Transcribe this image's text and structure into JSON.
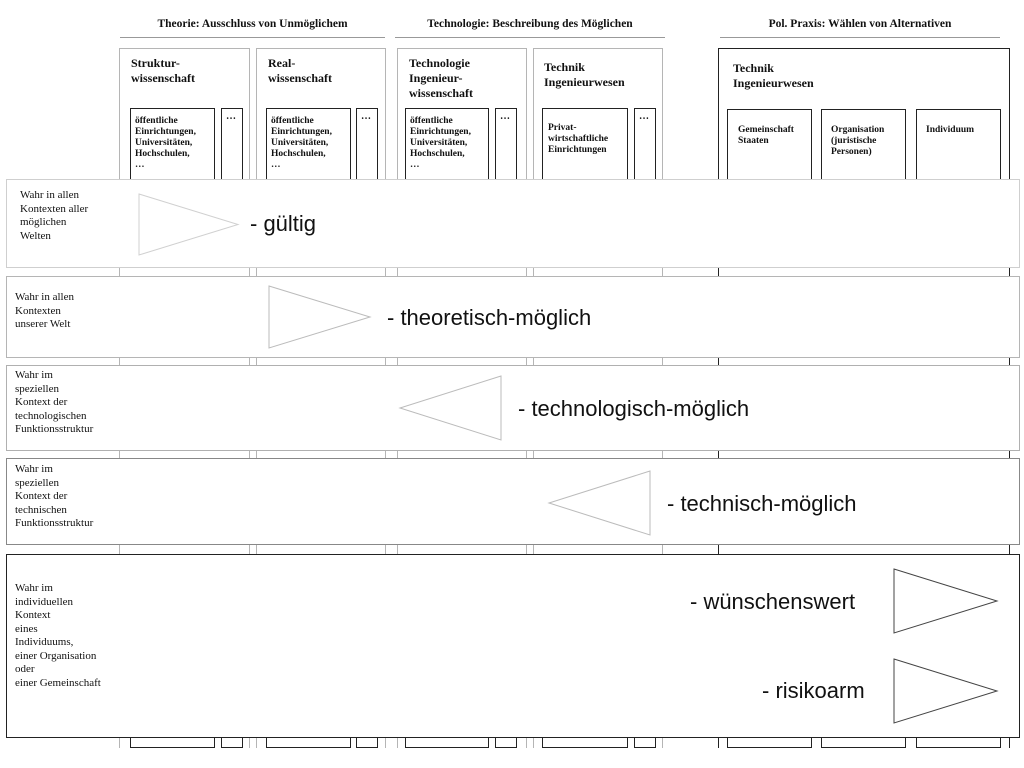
{
  "headers": {
    "theory": "Theorie: Ausschluss von Unmöglichem",
    "technology": "Technologie: Beschreibung des Möglichen",
    "politics": "Pol. Praxis: Wählen von Alternativen"
  },
  "columns": {
    "structure_science": {
      "title": "Struktur-\nwissenschaft",
      "sub": "öffentliche\nEinrichtungen,\nUniversitäten,\nHochschulen,\n…",
      "more": "…"
    },
    "real_science": {
      "title": "Real-\nwissenschaft",
      "sub": "öffentliche\nEinrichtungen,\nUniversitäten,\nHochschulen,\n…",
      "more": "…"
    },
    "technology_engineering_science": {
      "title": "Technologie\nIngenieur-\nwissenschaft",
      "sub": "öffentliche\nEinrichtungen,\nUniversitäten,\nHochschulen,\n…",
      "more": "…"
    },
    "engineering": {
      "title": "Technik\nIngenieurwesen",
      "sub": "Privat-\nwirtschaftliche\nEinrichtungen",
      "more": "…"
    },
    "practice_engineering": {
      "title": "Technik\nIngenieurwesen",
      "subs": [
        "Gemeinschaft\nStaaten",
        "Organisation\n(juristische\nPersonen)",
        "Individuum"
      ]
    }
  },
  "bands": [
    {
      "label": "Wahr in allen\nKontexten aller\nmöglichen\nWelten",
      "category": "- gültig"
    },
    {
      "label": "Wahr in allen\nKontexten\nunserer  Welt",
      "category": "- theoretisch-möglich"
    },
    {
      "label": "Wahr im\nspeziellen\nKontext der\ntechnologischen\nFunktionsstruktur",
      "category": "- technologisch-möglich"
    },
    {
      "label": "Wahr im\nspeziellen\nKontext der\ntechnischen\nFunktionsstruktur",
      "category": "- technisch-möglich"
    },
    {
      "label": "Wahr im\nindividuellen\nKontext\neines\nIndividuums,\neiner Organisation\noder\neiner Gemeinschaft",
      "categories": [
        "- wünschenswert",
        "- risikoarm"
      ]
    }
  ]
}
